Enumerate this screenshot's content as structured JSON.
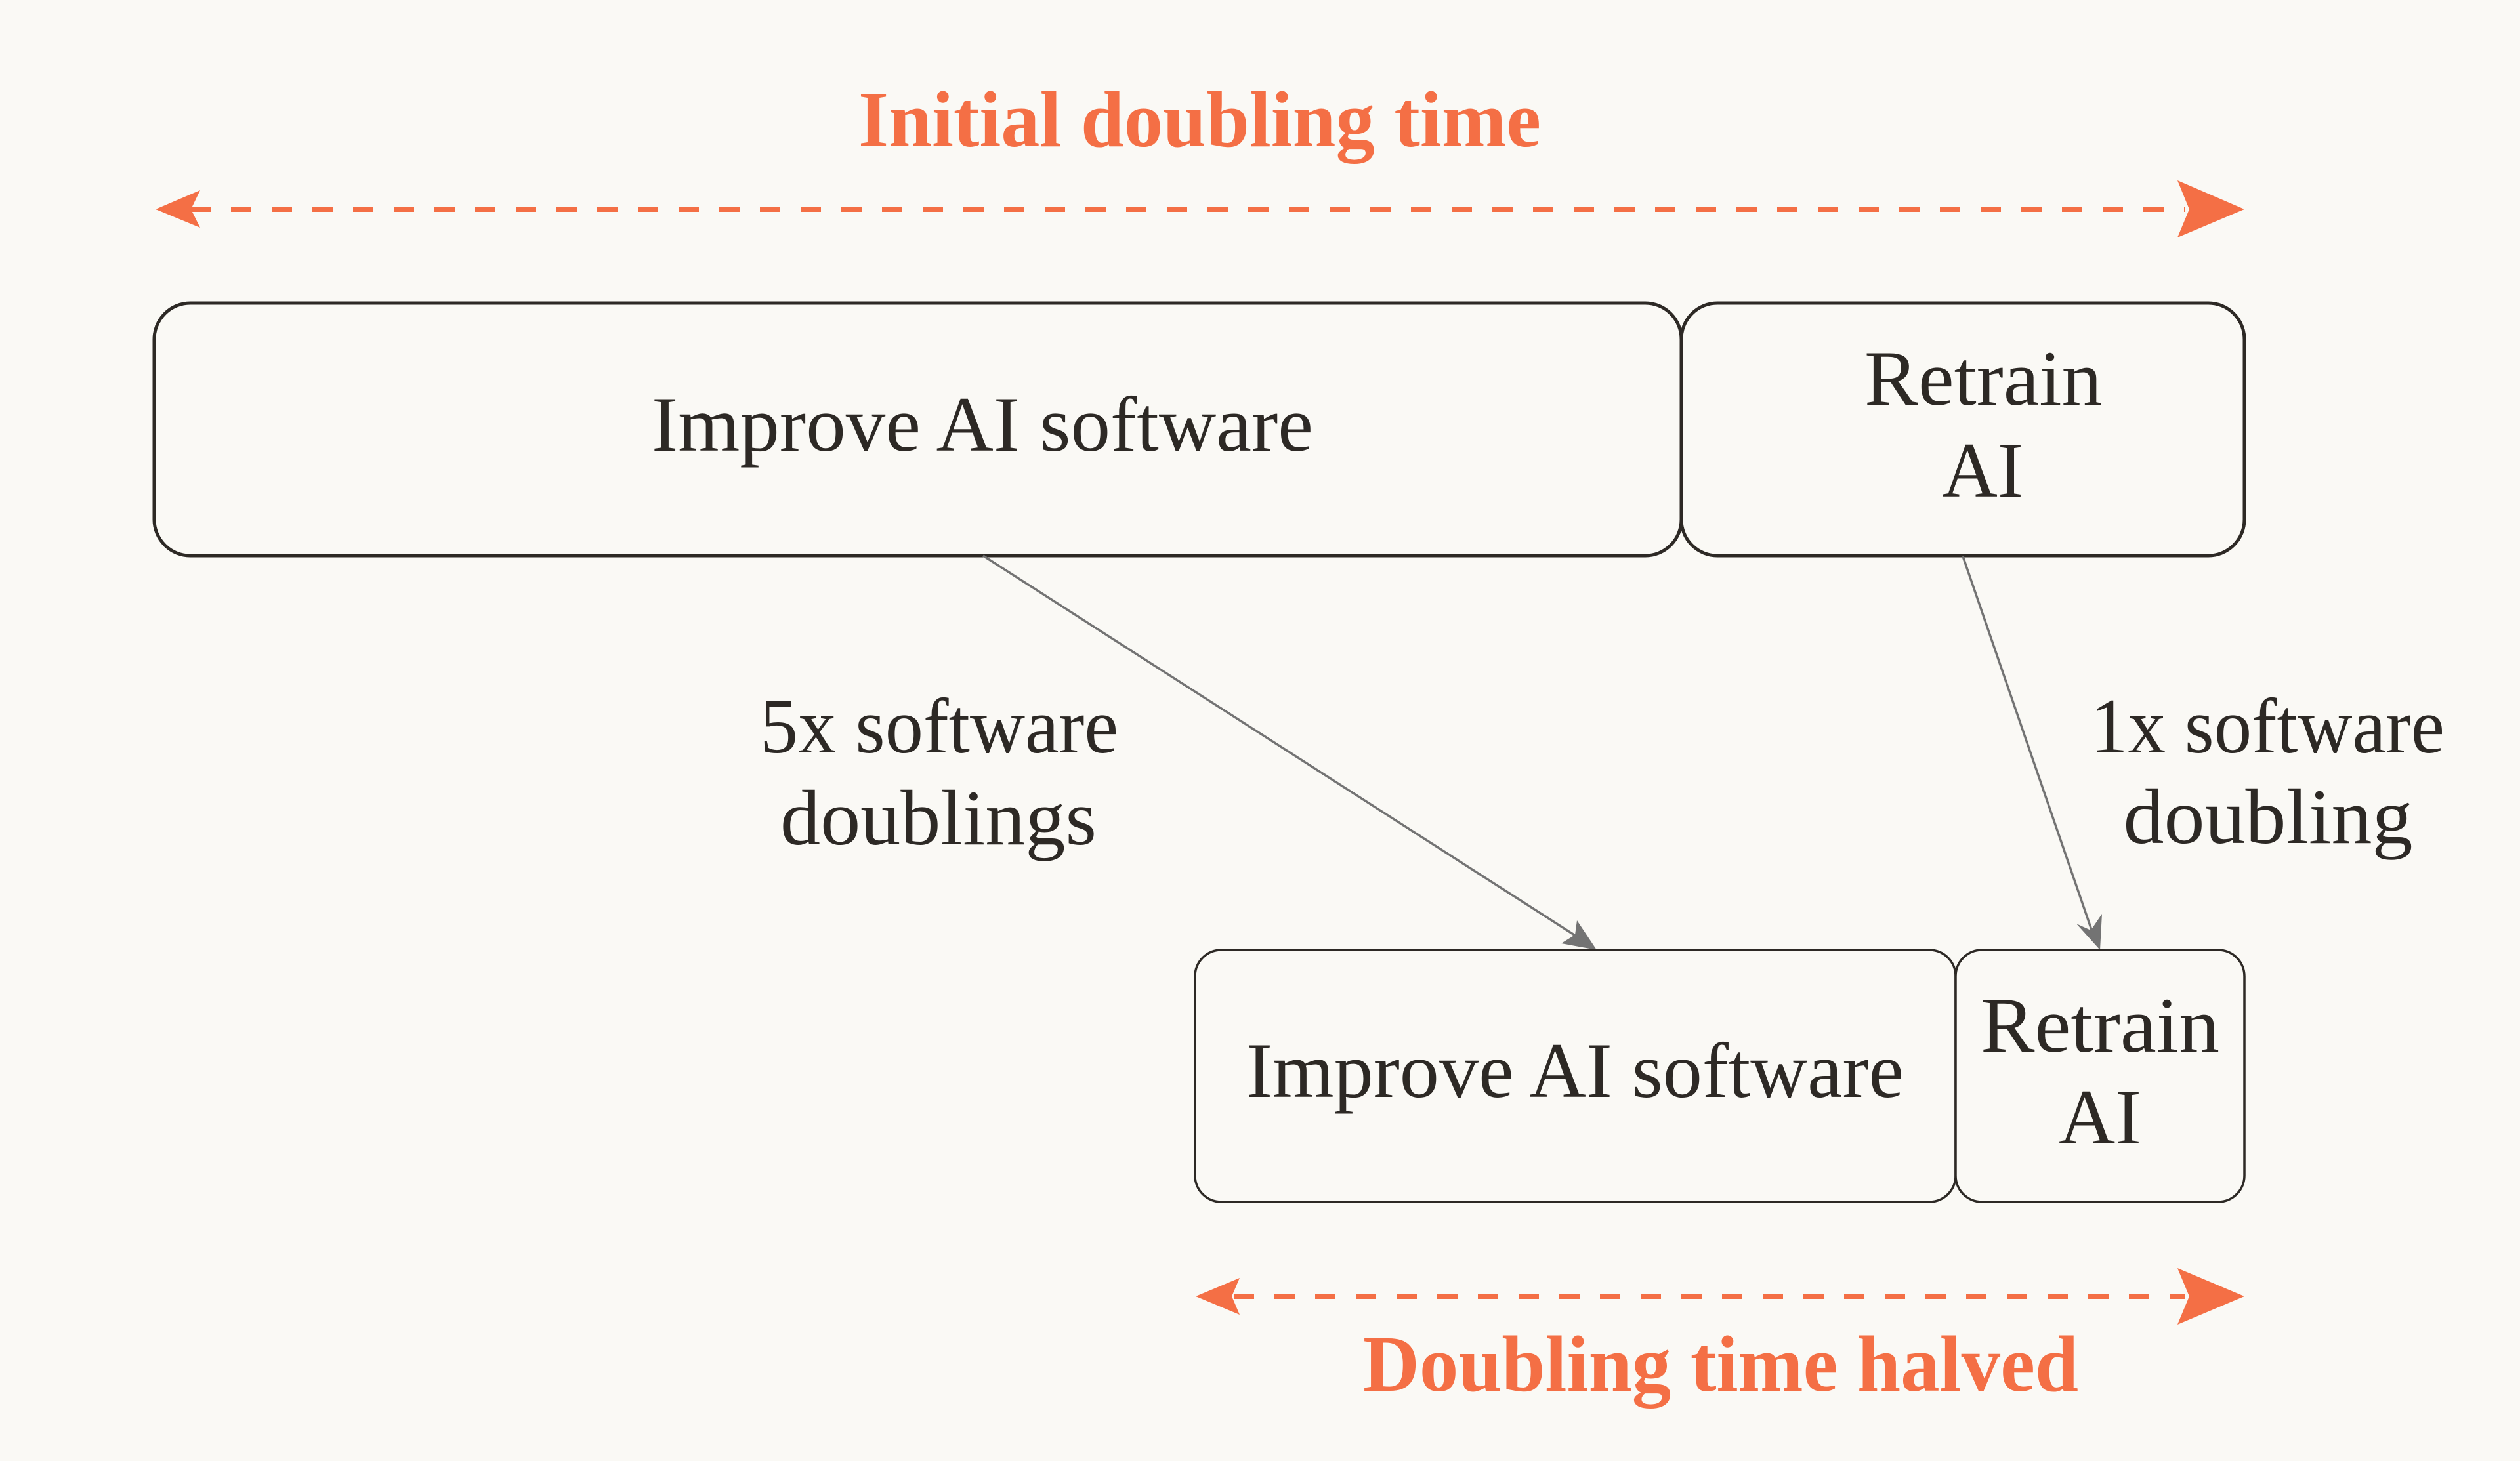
{
  "diagram": {
    "colors": {
      "background": "#faf9f5",
      "accent": "#f46f45",
      "stroke": "#2d2925",
      "connector": "#737373"
    },
    "top_span": {
      "label": "Initial doubling time",
      "icon": "double-headed-dashed-arrow"
    },
    "bottom_span": {
      "label": "Doubling time halved",
      "icon": "double-headed-dashed-arrow"
    },
    "top_row": {
      "improve_box": {
        "label": "Improve AI software"
      },
      "retrain_box": {
        "line1": "Retrain",
        "line2": "AI"
      }
    },
    "bottom_row": {
      "improve_box": {
        "label": "Improve AI software"
      },
      "retrain_box": {
        "line1": "Retrain",
        "line2": "AI"
      }
    },
    "connectors": [
      {
        "from": "top improve",
        "to": "bottom improve",
        "line1": "5x software",
        "line2": "doublings"
      },
      {
        "from": "top retrain",
        "to": "bottom retrain",
        "line1": "1x software",
        "line2": "doubling"
      }
    ]
  }
}
